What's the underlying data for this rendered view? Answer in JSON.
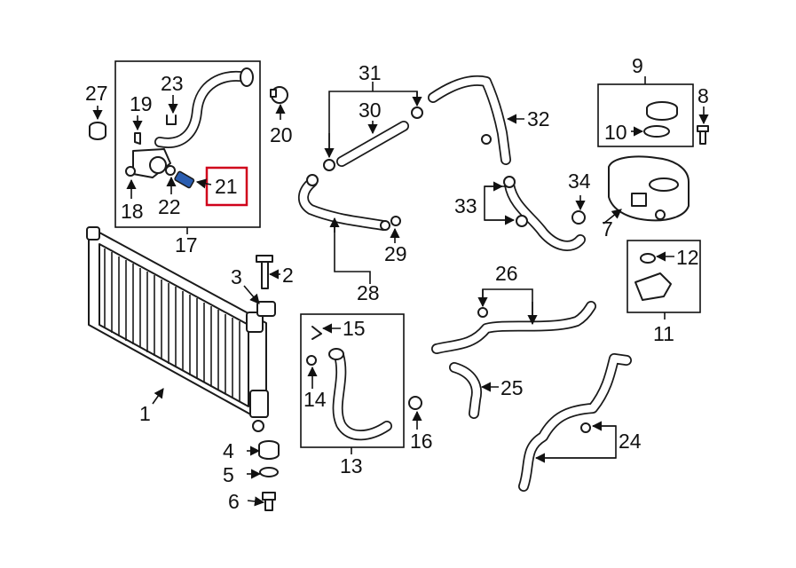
{
  "callouts": {
    "n1": "1",
    "n2": "2",
    "n3": "3",
    "n4": "4",
    "n5": "5",
    "n6": "6",
    "n7": "7",
    "n8": "8",
    "n9": "9",
    "n10": "10",
    "n11": "11",
    "n12": "12",
    "n13": "13",
    "n14": "14",
    "n15": "15",
    "n16": "16",
    "n17": "17",
    "n18": "18",
    "n19": "19",
    "n20": "20",
    "n21": "21",
    "n22": "22",
    "n23": "23",
    "n24": "24",
    "n25": "25",
    "n26": "26",
    "n27": "27",
    "n28": "28",
    "n29": "29",
    "n30": "30",
    "n31": "31",
    "n32": "32",
    "n33": "33",
    "n34": "34"
  },
  "colors": {
    "highlight_box": "#d0021b",
    "highlighted_part": "#2a5db0",
    "line": "#1a1a1a",
    "background": "#ffffff"
  },
  "highlighted_callout": "21"
}
